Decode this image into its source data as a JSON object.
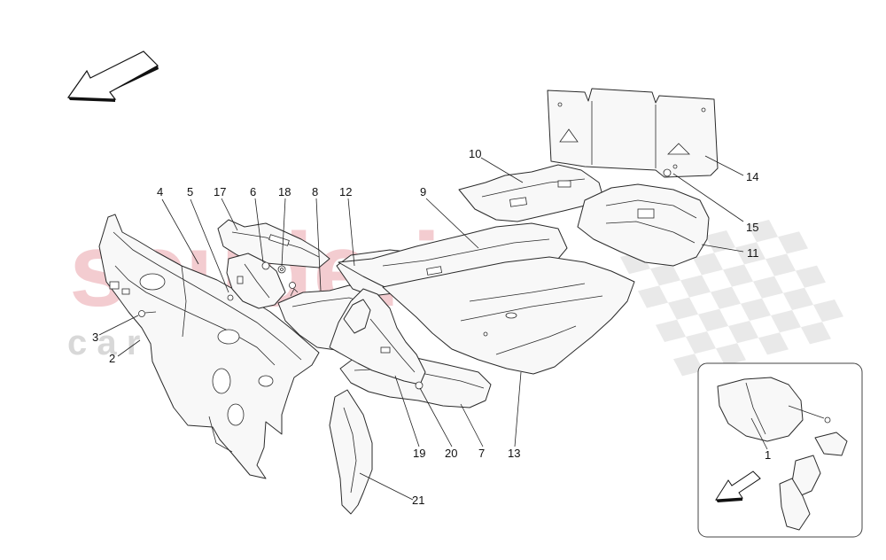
{
  "watermark": {
    "brand_text": "scuderia",
    "sub_text": "c a r p a r t s",
    "brand_color": "#f2c7cc",
    "sub_color": "#d4d4d4",
    "checker_color": "#e3e3e3"
  },
  "callouts": {
    "c1": "1",
    "c2": "2",
    "c3": "3",
    "c4": "4",
    "c5": "5",
    "c6": "6",
    "c7": "7",
    "c8": "8",
    "c9": "9",
    "c10": "10",
    "c11": "11",
    "c12": "12",
    "c13": "13",
    "c14": "14",
    "c15": "15",
    "c17": "17",
    "c18": "18",
    "c19": "19",
    "c20": "20",
    "c21": "21"
  },
  "icons": {
    "main_arrow": "front-direction-arrow-icon",
    "inset_arrow": "front-direction-arrow-icon"
  }
}
